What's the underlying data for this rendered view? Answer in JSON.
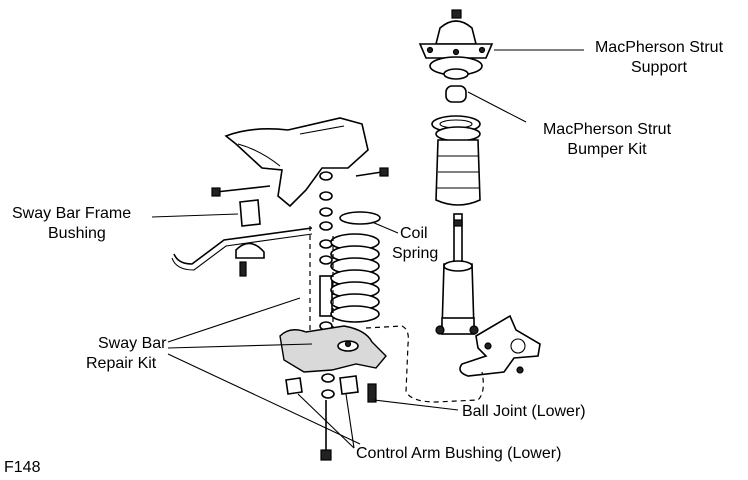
{
  "labels": {
    "strut_support": [
      "MacPherson Strut",
      "Support"
    ],
    "strut_bumper": [
      "MacPherson Strut",
      "Bumper Kit"
    ],
    "sway_bar_frame_bushing": [
      "Sway Bar Frame",
      "Bushing"
    ],
    "coil_spring": [
      "Coil",
      "Spring"
    ],
    "sway_bar_repair_kit": [
      "Sway Bar",
      "Repair Kit"
    ],
    "ball_joint": "Ball Joint (Lower)",
    "control_arm_bushing": "Control Arm Bushing (Lower)",
    "figure_code": "F148"
  }
}
